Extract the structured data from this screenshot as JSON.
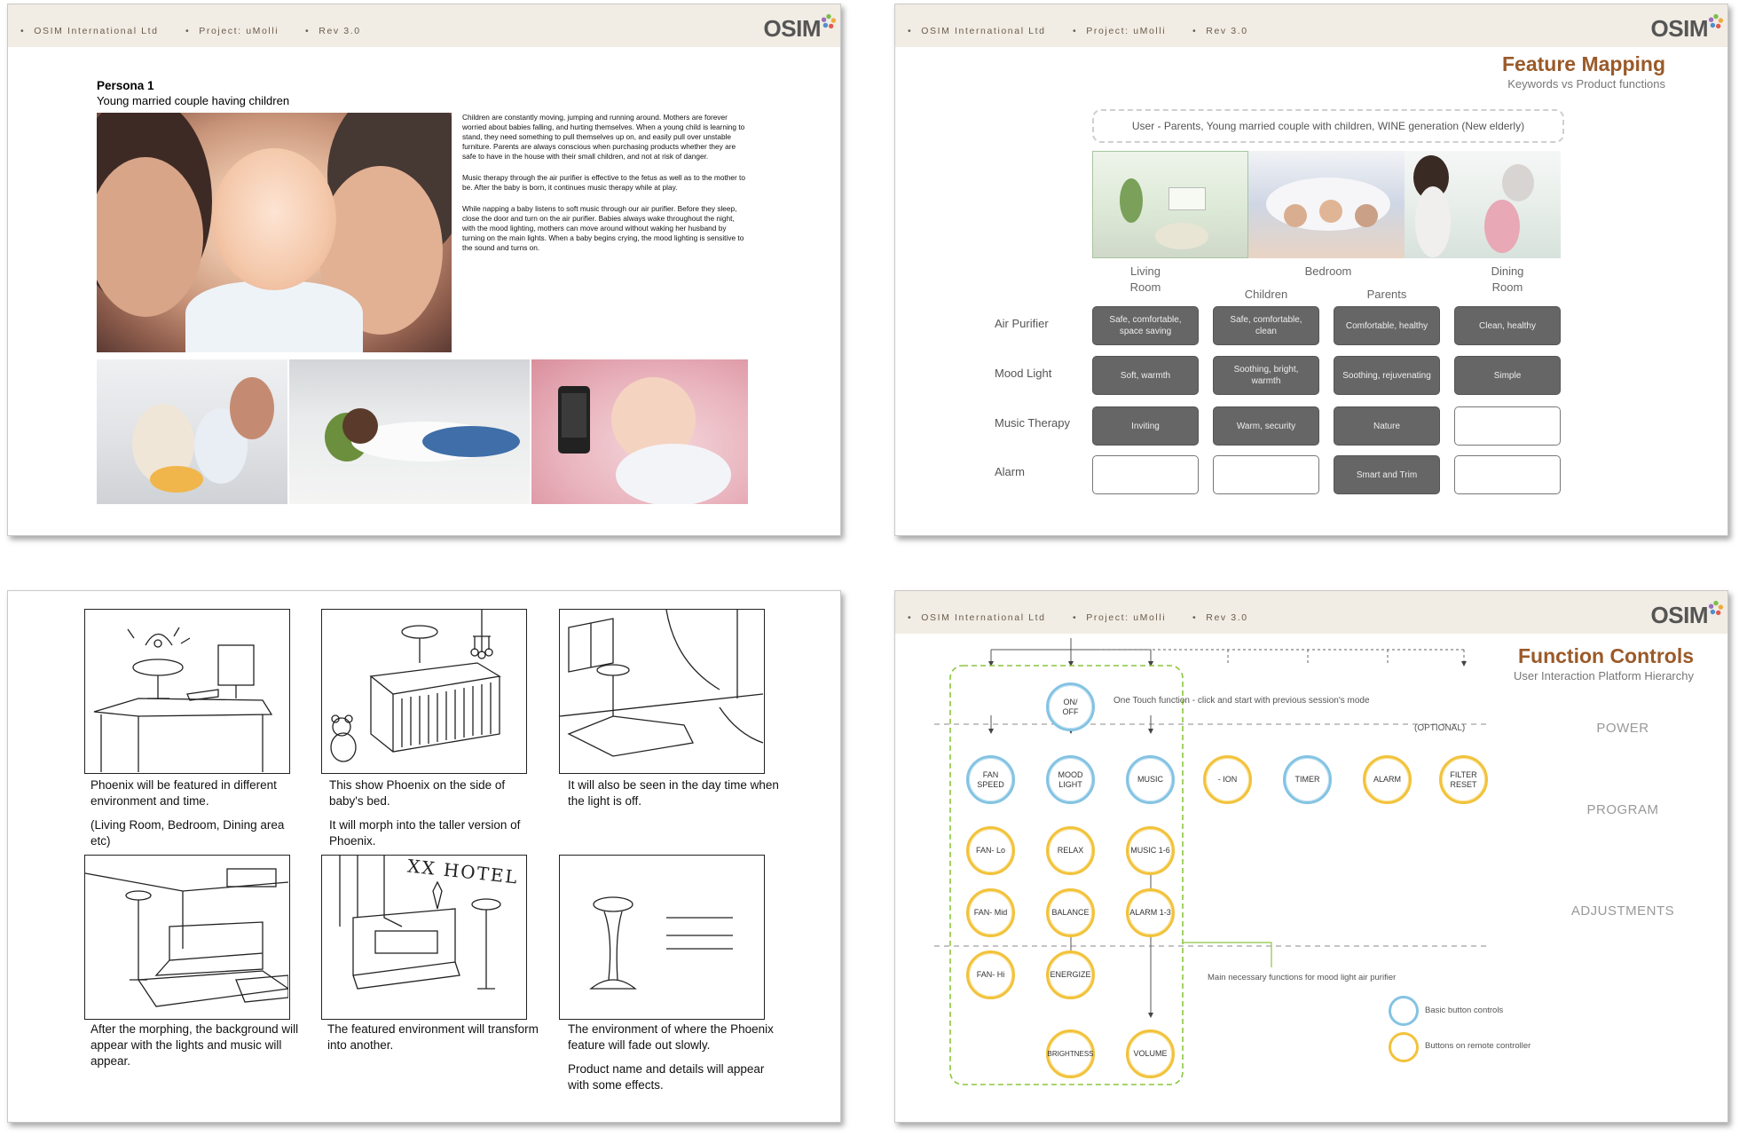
{
  "header": {
    "company": "OSIM International Ltd",
    "project": "Project: uMolli",
    "rev": "Rev 3.0",
    "logo_text": "OSIM"
  },
  "colors": {
    "brand_brown": "#9a5a29",
    "cell_gray": "#666666",
    "blue_ring": "#84c3e3",
    "yellow_ring": "#f2c23b",
    "dashed_green": "#8cc63f"
  },
  "slide1": {
    "title": "Persona 1",
    "subtitle": "Young married couple having children",
    "paragraphs": [
      "Children are constantly moving, jumping and running around. Mothers are forever worried about babies falling, and hurting themselves. When a young child is learning to stand, they need something to pull themselves up on, and easily pull over unstable furniture. Parents are always conscious when purchasing products whether they are safe to have in the house with their small children, and not at risk of danger.",
      "Music therapy through the air purifier is effective to the fetus as well as to the mother to be. After the baby is born, it continues music therapy while at play.",
      "While napping a baby listens to soft music through our air purifier. Before they sleep, close the door and turn on the air purifier. Babies always wake throughout the night, with the mood lighting, mothers can move around without waking her husband by turning on the main lights. When a baby begins crying, the mood lighting is sensitive to the sound and turns on."
    ]
  },
  "slide2": {
    "title": "Feature Mapping",
    "subtitle": "Keywords vs Product functions",
    "user_box": "User - Parents, Young married couple with children, WINE generation (New elderly)",
    "columns": {
      "living": "Living\nRoom",
      "bedroom": "Bedroom",
      "children": "Children",
      "parents": "Parents",
      "dining": "Dining\nRoom"
    },
    "rows": [
      {
        "label": "Air Purifier",
        "cells": [
          "Safe, comfortable, space saving",
          "Safe, comfortable, clean",
          "Comfortable, healthy",
          "Clean, healthy"
        ]
      },
      {
        "label": "Mood Light",
        "cells": [
          "Soft, warmth",
          "Soothing, bright, warmth",
          "Soothing, rejuvenating",
          "Simple"
        ]
      },
      {
        "label": "Music Therapy",
        "cells": [
          "Inviting",
          "Warm, security",
          "Nature",
          ""
        ]
      },
      {
        "label": "Alarm",
        "cells": [
          "",
          "",
          "Smart and Trim",
          ""
        ]
      }
    ]
  },
  "slide3": {
    "panels": [
      {
        "lines": [
          "Phoenix will be featured in different environment and time.",
          "(Living Room, Bedroom, Dining area etc)"
        ]
      },
      {
        "lines": [
          "This show Phoenix on the side of baby's bed.",
          "It will morph into the taller version of Phoenix."
        ]
      },
      {
        "lines": [
          "It will also be seen in the day time when the light is off."
        ]
      },
      {
        "lines": [
          "After the morphing, the background will appear with the lights and music will appear."
        ]
      },
      {
        "lines": [
          "The featured environment will transform into another."
        ]
      },
      {
        "lines": [
          "The environment of where the Phoenix feature will fade out slowly.",
          "Product name and details will appear with some effects."
        ]
      }
    ],
    "hotel_sign": "XX HOTEL"
  },
  "slide4": {
    "title": "Function Controls",
    "subtitle": "User Interaction Platform Hierarchy",
    "levels": [
      "POWER",
      "PROGRAM",
      "ADJUSTMENTS"
    ],
    "optional_label": "(OPTIONAL)",
    "one_touch": "One Touch function - click and start with previous session's mode",
    "main_note": "Main necessary functions for mood light air purifier",
    "nodes": {
      "onoff": "ON/\nOFF",
      "fan_speed": "FAN\nSPEED",
      "mood_light": "MOOD\nLIGHT",
      "music": "MUSIC",
      "ion": "- ION",
      "timer": "TIMER",
      "alarm": "ALARM",
      "filter_reset": "FILTER\nRESET",
      "fan_lo": "FAN- Lo",
      "fan_mid": "FAN- Mid",
      "fan_hi": "FAN- Hi",
      "relax": "RELAX",
      "balance": "BALANCE",
      "energize": "ENERGIZE",
      "music16": "MUSIC 1-6",
      "alarm13": "ALARM 1-3",
      "brightness": "BRIGHTNESS",
      "volume": "VOLUME"
    },
    "legend": {
      "basic": "Basic button controls",
      "remote": "Buttons on remote controller"
    }
  }
}
